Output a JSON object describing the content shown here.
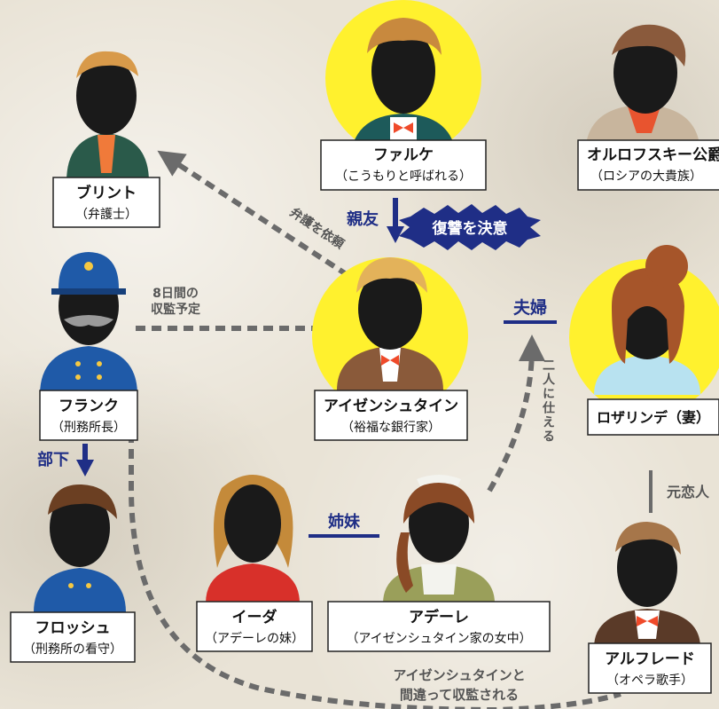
{
  "characters": [
    {
      "id": "falke",
      "name": "ファルケ",
      "role": "（こうもりと呼ばれる）"
    },
    {
      "id": "orlofsky",
      "name": "オルロフスキー公爵",
      "role": "（ロシアの大貴族）"
    },
    {
      "id": "blind",
      "name": "ブリント",
      "role": "（弁護士）"
    },
    {
      "id": "eisenstein",
      "name": "アイゼンシュタイン",
      "role": "（裕福な銀行家）"
    },
    {
      "id": "rosalinde",
      "name": "ロザリンデ（妻）",
      "role": ""
    },
    {
      "id": "frank",
      "name": "フランク",
      "role": "（刑務所長）"
    },
    {
      "id": "ida",
      "name": "イーダ",
      "role": "（アデーレの妹）"
    },
    {
      "id": "adele",
      "name": "アデーレ",
      "role": "（アイゼンシュタイン家の女中）"
    },
    {
      "id": "frosch",
      "name": "フロッシュ",
      "role": "（刑務所の看守）"
    },
    {
      "id": "alfred",
      "name": "アルフレード",
      "role": "（オペラ歌手）"
    }
  ],
  "relations": {
    "close_friend": "親友",
    "revenge": "復讐を決意",
    "lawyer_request": "弁護を依頼",
    "jail_plan_line1": "8日間の",
    "jail_plan_line2": "収監予定",
    "married": "夫婦",
    "ex_lover": "元恋人",
    "serves": "二人に仕える",
    "sisters": "姉妹",
    "subordinate": "部下",
    "mistaken_line1": "アイゼンシュタインと",
    "mistaken_line2": "間違って収監される"
  },
  "colors": {
    "navy": "#1f2e86",
    "yellow": "#fff12e",
    "dash": "#6b6b6b",
    "box_border": "#222222",
    "silhouette": "#1a1a1a"
  },
  "icons": [
    "person-silhouette-icon",
    "arrow-down-icon",
    "burst-badge-icon"
  ]
}
